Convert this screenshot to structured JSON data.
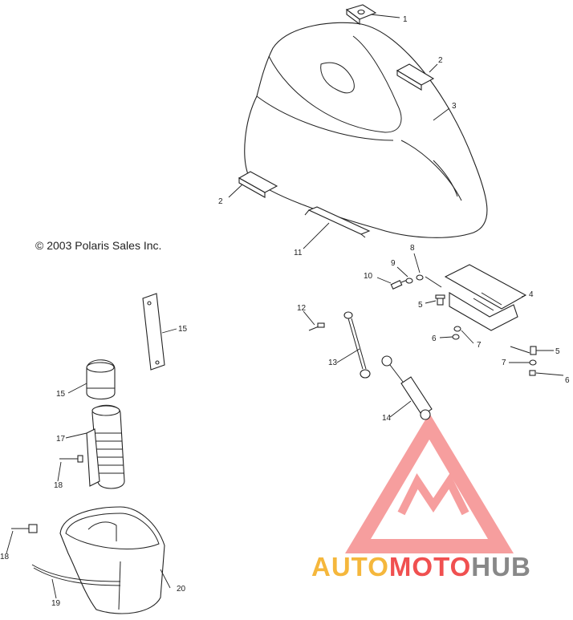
{
  "copyright": "© 2003 Polaris Sales Inc.",
  "callouts": [
    {
      "id": "c1",
      "text": "1"
    },
    {
      "id": "c2a",
      "text": "2"
    },
    {
      "id": "c3",
      "text": "3"
    },
    {
      "id": "c2b",
      "text": "2"
    },
    {
      "id": "c11",
      "text": "11"
    },
    {
      "id": "c8",
      "text": "8"
    },
    {
      "id": "c9",
      "text": "9"
    },
    {
      "id": "c10",
      "text": "10"
    },
    {
      "id": "c5a",
      "text": "5"
    },
    {
      "id": "c4",
      "text": "4"
    },
    {
      "id": "c12",
      "text": "12"
    },
    {
      "id": "c6a",
      "text": "6"
    },
    {
      "id": "c7a",
      "text": "7"
    },
    {
      "id": "c5b",
      "text": "5"
    },
    {
      "id": "c7b",
      "text": "7"
    },
    {
      "id": "c6b",
      "text": "6"
    },
    {
      "id": "c13",
      "text": "13"
    },
    {
      "id": "c14",
      "text": "14"
    },
    {
      "id": "c15a",
      "text": "15"
    },
    {
      "id": "c15b",
      "text": "15"
    },
    {
      "id": "c17",
      "text": "17"
    },
    {
      "id": "c18a",
      "text": "18"
    },
    {
      "id": "c18b",
      "text": "18"
    },
    {
      "id": "c19",
      "text": "19"
    },
    {
      "id": "c20",
      "text": "20"
    }
  ],
  "watermark": {
    "part1": "AUTO",
    "part2": "MOTO",
    "part3": "HUB",
    "color_orange": "#f5b73c",
    "color_red": "#f05050",
    "color_gray": "#888888"
  }
}
